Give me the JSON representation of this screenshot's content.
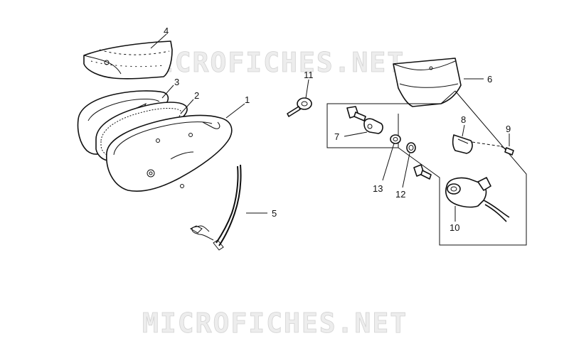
{
  "watermark": {
    "top": "MICROFICHES.NET",
    "bottom": "MICROFICHES.NET"
  },
  "callouts": [
    {
      "id": "1",
      "label": "1"
    },
    {
      "id": "2",
      "label": "2"
    },
    {
      "id": "3",
      "label": "3"
    },
    {
      "id": "4",
      "label": "4"
    },
    {
      "id": "5",
      "label": "5"
    },
    {
      "id": "6",
      "label": "6"
    },
    {
      "id": "7",
      "label": "7"
    },
    {
      "id": "8",
      "label": "8"
    },
    {
      "id": "9",
      "label": "9"
    },
    {
      "id": "10",
      "label": "10"
    },
    {
      "id": "11",
      "label": "11"
    },
    {
      "id": "12",
      "label": "12"
    },
    {
      "id": "13",
      "label": "13"
    }
  ]
}
